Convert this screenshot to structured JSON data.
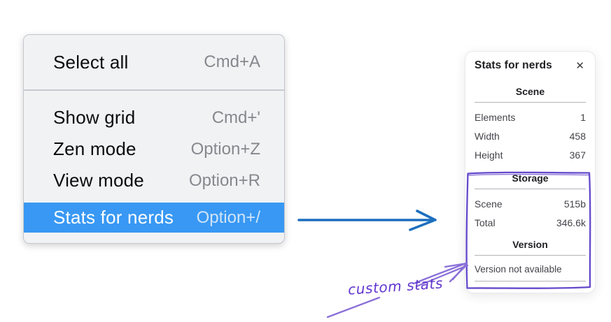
{
  "menu": {
    "items": [
      {
        "label": "Select all",
        "shortcut": "Cmd+A",
        "selected": false
      },
      {
        "label": "Show grid",
        "shortcut": "Cmd+'",
        "selected": false
      },
      {
        "label": "Zen mode",
        "shortcut": "Option+Z",
        "selected": false
      },
      {
        "label": "View mode",
        "shortcut": "Option+R",
        "selected": false
      },
      {
        "label": "Stats for nerds",
        "shortcut": "Option+/",
        "selected": true
      }
    ]
  },
  "stats_panel": {
    "title": "Stats for nerds",
    "close_glyph": "✕",
    "sections": [
      {
        "heading": "Scene",
        "rows": [
          {
            "label": "Elements",
            "value": "1"
          },
          {
            "label": "Width",
            "value": "458"
          },
          {
            "label": "Height",
            "value": "367"
          }
        ]
      },
      {
        "heading": "Storage",
        "rows": [
          {
            "label": "Scene",
            "value": "515b"
          },
          {
            "label": "Total",
            "value": "346.6k"
          }
        ]
      },
      {
        "heading": "Version",
        "note": "Version not available"
      }
    ]
  },
  "annotation": {
    "label": "custom stats"
  },
  "colors": {
    "menu_highlight": "#3898f3",
    "highlight_text": "#ffffff",
    "highlight_shortcut": "#cfe4fa",
    "shortcut_gray": "#85888d",
    "blue_arrow": "#1c6fbe",
    "violet_box": "#6448cb",
    "violet_text": "#6236cf",
    "violet_arrow": "#8a6fd8"
  }
}
